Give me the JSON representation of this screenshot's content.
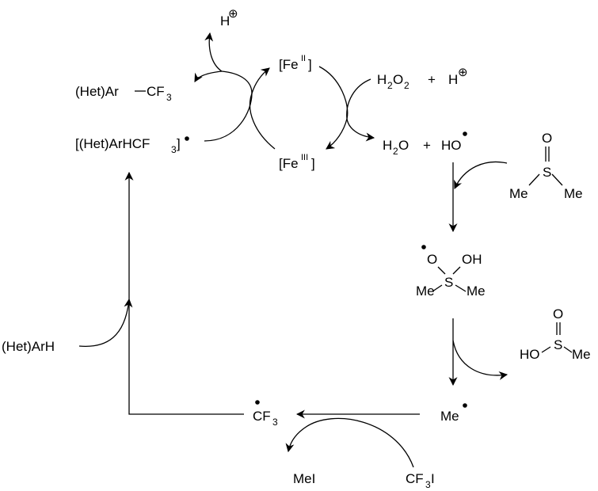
{
  "species": {
    "h_plus_top": {
      "base": "H",
      "charge": "⊕"
    },
    "het_ar_cf3": {
      "text": "(Het)Ar",
      "cf": "CF",
      "sub": "3"
    },
    "radical_adduct": {
      "open": "[(Het)ArHCF",
      "sub": "3",
      "close": "]"
    },
    "fe2": {
      "open": "[Fe",
      "ox": "II",
      "close": "]"
    },
    "fe3": {
      "open": "[Fe",
      "ox": "III",
      "close": "]"
    },
    "h2o2": {
      "h": "H",
      "sub1": "2",
      "o": "O",
      "sub2": "2"
    },
    "plus1": "+",
    "h_plus_right": {
      "base": "H",
      "charge": "⊕"
    },
    "h2o": {
      "h": "H",
      "sub": "2",
      "o": "O"
    },
    "plus2": "+",
    "ho_radical": "HO",
    "dmso": {
      "o": "O",
      "s": "S",
      "me_left": "Me",
      "me_right": "Me"
    },
    "adduct": {
      "o": "O",
      "oh": "OH",
      "s": "S",
      "me_left": "Me",
      "me_right": "Me"
    },
    "msa": {
      "o": "O",
      "s": "S",
      "ho": "HO",
      "me": "Me"
    },
    "me_radical": "Me",
    "cf3_radical": {
      "cf": "CF",
      "sub": "3"
    },
    "het_arh": "(Het)ArH",
    "mei": "MeI",
    "cf3i": {
      "cf": "CF",
      "sub": "3",
      "i": "I"
    }
  }
}
